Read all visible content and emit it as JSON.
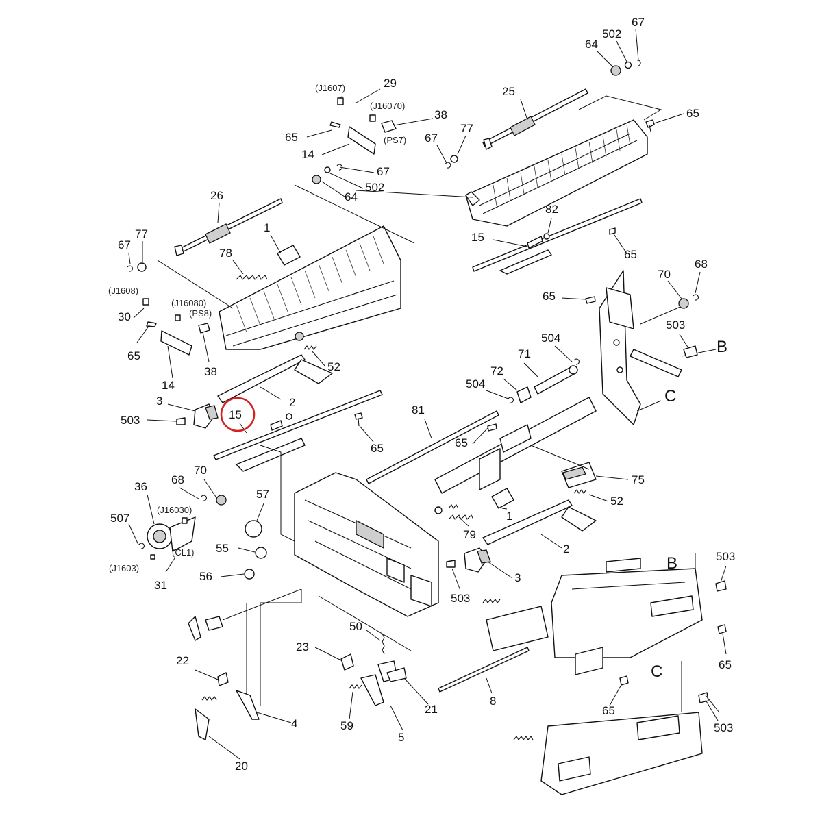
{
  "callouts": {
    "c67a": "67",
    "c502a": "502",
    "c64a": "64",
    "c29": "29",
    "cJ1607": "(J1607)",
    "cJ16070": "(J16070)",
    "c38a": "38",
    "c25": "25",
    "c65a": "65",
    "c77a": "77",
    "c67b": "67",
    "cPS7": "(PS7)",
    "c65b": "65",
    "c14a": "14",
    "c67c": "67",
    "c502b": "502",
    "c64b": "64",
    "c26": "26",
    "c1a": "1",
    "c78": "78",
    "c82": "82",
    "c15a": "15",
    "c65c": "65",
    "c67d": "67",
    "c77b": "77",
    "cJ1608": "(J1608)",
    "cJ16080": "(J16080)",
    "cPS8": "(PS8)",
    "c30": "30",
    "c65d": "65",
    "c14b": "14",
    "c38b": "38",
    "c52a": "52",
    "c70a": "70",
    "c68a": "68",
    "c65e": "65",
    "c503a": "503",
    "c504a": "504",
    "c71": "71",
    "c72": "72",
    "c504b": "504",
    "cBa": "B",
    "cCa": "C",
    "c3a": "3",
    "c2a": "2",
    "c503b": "503",
    "c15b": "15",
    "c65f": "65",
    "c81": "81",
    "c65g": "65",
    "c75": "75",
    "c52b": "52",
    "c36": "36",
    "c68b": "68",
    "c70b": "70",
    "c57": "57",
    "cJ16030": "(J16030)",
    "c507": "507",
    "cCL1": "(CL1)",
    "cJ1603": "(J1603)",
    "c31": "31",
    "c55": "55",
    "c56": "56",
    "c1b": "1",
    "c79": "79",
    "c2b": "2",
    "c3b": "3",
    "c503c": "503",
    "cBb": "B",
    "c503d": "503",
    "c65h": "65",
    "c50": "50",
    "c23": "23",
    "c22": "22",
    "c21": "21",
    "c8": "8",
    "c65i": "65",
    "cCb": "C",
    "c503e": "503",
    "c59": "59",
    "c5": "5",
    "c4": "4",
    "c20": "20"
  },
  "highlight": {
    "label": "15",
    "color": "#d42020"
  },
  "colors": {
    "ink": "#111111",
    "paper": "#ffffff"
  }
}
